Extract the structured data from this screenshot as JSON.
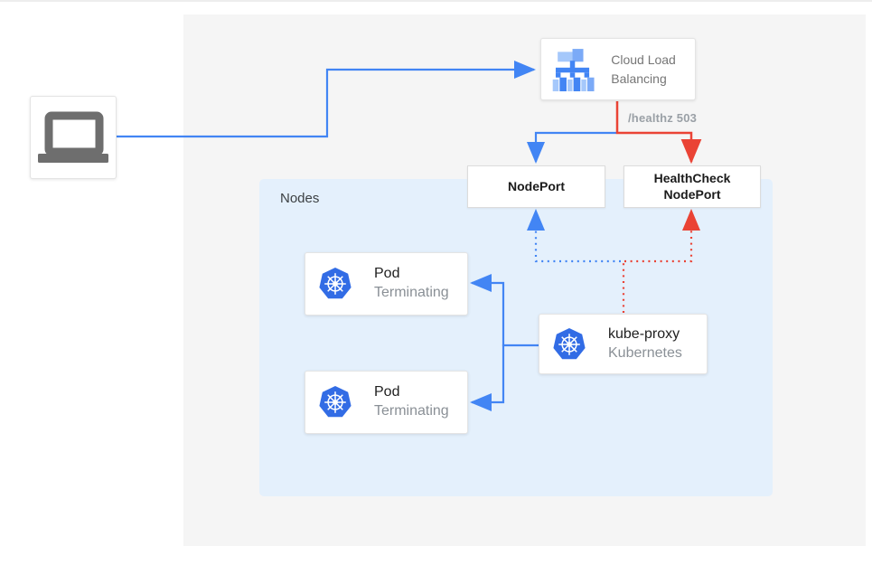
{
  "diagram": {
    "title_hint": "Kubernetes external load balancer health-check diagram",
    "colors": {
      "traffic_blue": "#4285f4",
      "error_red": "#ea4335",
      "kubernetes_blue": "#326ce5",
      "nodes_bg": "#e4f0fc",
      "panel_bg": "#f5f5f5"
    },
    "client": {
      "icon": "laptop-icon"
    },
    "load_balancer": {
      "label": "Cloud Load Balancing",
      "icon": "cloud-load-balancing-icon"
    },
    "edge_label": "/healthz 503",
    "nodeport": {
      "label": "NodePort"
    },
    "healthcheck_nodeport": {
      "label": "HealthCheck NodePort"
    },
    "nodes_group": {
      "label": "Nodes"
    },
    "pods": [
      {
        "name": "Pod",
        "status": "Terminating",
        "icon": "kubernetes-icon"
      },
      {
        "name": "Pod",
        "status": "Terminating",
        "icon": "kubernetes-icon"
      }
    ],
    "kube_proxy": {
      "name": "kube-proxy",
      "subtitle": "Kubernetes",
      "icon": "kubernetes-icon"
    }
  }
}
